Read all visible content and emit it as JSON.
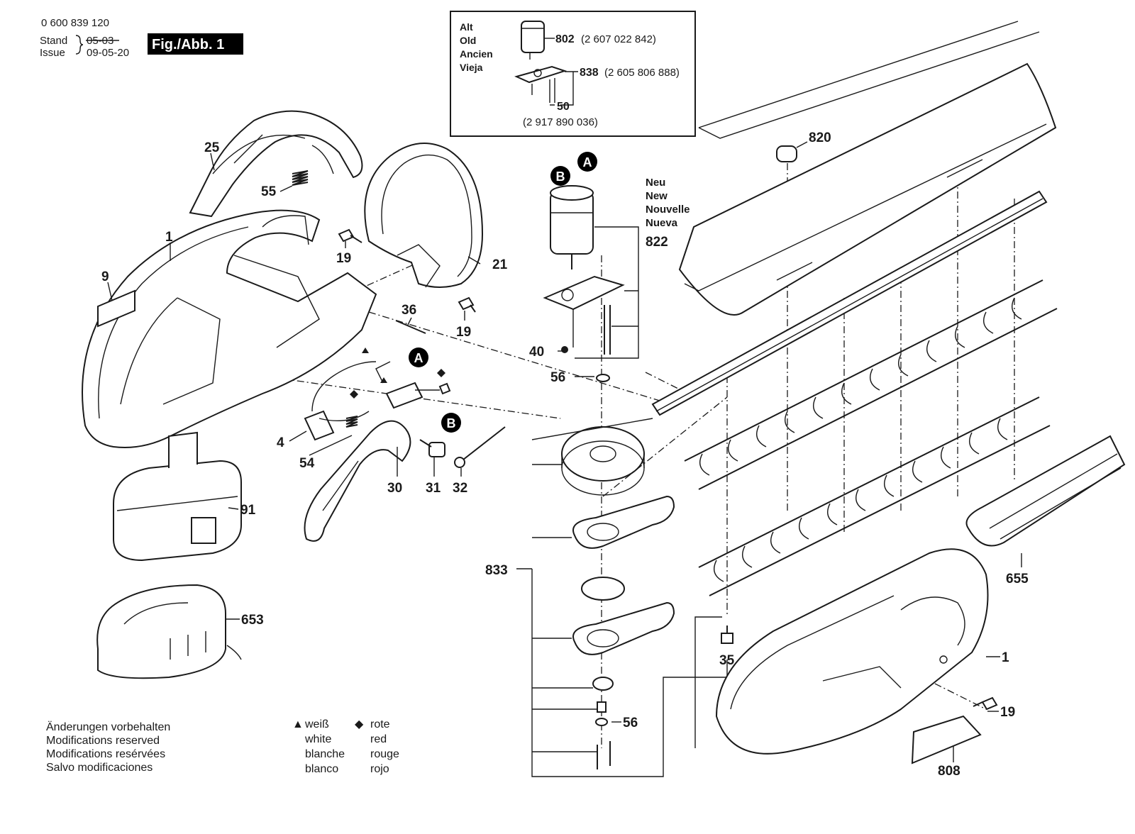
{
  "header": {
    "doc_number": "0 600 839 120",
    "stand_label": "Stand",
    "issue_label": "Issue",
    "old_date": "05-03",
    "new_date": "09-05-20",
    "figure_label": "Fig./Abb. 1"
  },
  "inset": {
    "labels": [
      "Alt",
      "Old",
      "Ancien",
      "Vieja"
    ],
    "parts": [
      {
        "ref": "802",
        "code": "(2 607 022 842)"
      },
      {
        "ref": "838",
        "code": "(2 605 806 888)"
      },
      {
        "ref": "50",
        "code": "(2 917 890 036)"
      }
    ]
  },
  "new_labels": [
    "Neu",
    "New",
    "Nouvelle",
    "Nueva"
  ],
  "part_labels": {
    "p25": "25",
    "p55": "55",
    "p1a": "1",
    "p9": "9",
    "p19a": "19",
    "p21": "21",
    "p19b": "19",
    "p36": "36",
    "p4": "4",
    "p54": "54",
    "p30": "30",
    "p31": "31",
    "p32": "32",
    "p91": "91",
    "p653": "653",
    "p820": "820",
    "p822": "822",
    "p40": "40",
    "p56a": "56",
    "p833": "833",
    "p35": "35",
    "p56b": "56",
    "p655": "655",
    "p1b": "1",
    "p19c": "19",
    "p808": "808"
  },
  "markers": {
    "a": "A",
    "b": "B"
  },
  "footer": {
    "notes": [
      "Änderungen vorbehalten",
      "Modifications reserved",
      "Modifications resérvées",
      "Salvo modificaciones"
    ]
  },
  "legend": {
    "triangle_symbol": "▲",
    "diamond_symbol": "◆",
    "white": [
      "weiß",
      "white",
      "blanche",
      "blanco"
    ],
    "red": [
      "rote",
      "red",
      "rouge",
      "rojo"
    ]
  }
}
